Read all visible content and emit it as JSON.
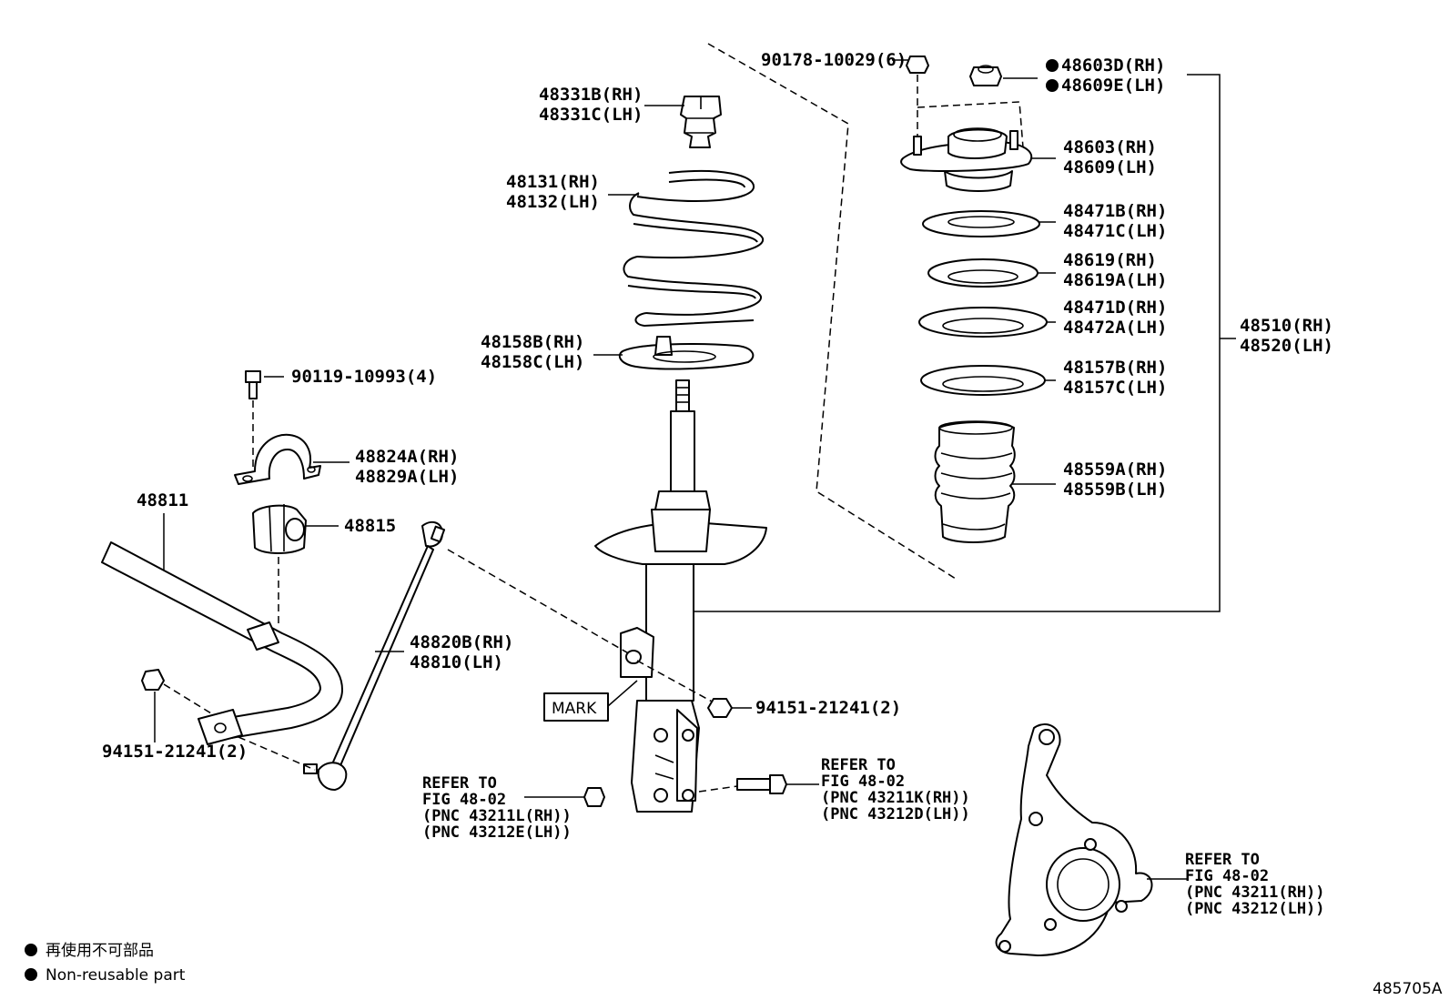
{
  "labels": {
    "p48331": [
      "48331B(RH)",
      "48331C(LH)"
    ],
    "p48131": [
      "48131(RH)",
      "48132(LH)"
    ],
    "p48158": [
      "48158B(RH)",
      "48158C(LH)"
    ],
    "p90178": "90178-10029(6)",
    "p48603d": [
      "48603D(RH)",
      "48609E(LH)"
    ],
    "p48603": [
      "48603(RH)",
      "48609(LH)"
    ],
    "p48471b": [
      "48471B(RH)",
      "48471C(LH)"
    ],
    "p48619": [
      "48619(RH)",
      "48619A(LH)"
    ],
    "p48471d": [
      "48471D(RH)",
      "48472A(LH)"
    ],
    "p48157": [
      "48157B(RH)",
      "48157C(LH)"
    ],
    "p48559": [
      "48559A(RH)",
      "48559B(LH)"
    ],
    "p48510": [
      "48510(RH)",
      "48520(LH)"
    ],
    "p90119": "90119-10993(4)",
    "p48824": [
      "48824A(RH)",
      "48829A(LH)"
    ],
    "p48811": "48811",
    "p48815": "48815",
    "p48820": [
      "48820B(RH)",
      "48810(LH)"
    ],
    "p94151_right": "94151-21241(2)",
    "p94151_left": "94151-21241(2)",
    "mark": "MARK"
  },
  "refs": {
    "bolt_left": [
      "REFER TO",
      "FIG 48-02",
      "(PNC 43211L(RH))",
      "(PNC 43212E(LH))"
    ],
    "bolt_right": [
      "REFER TO",
      "FIG 48-02",
      "(PNC 43211K(RH))",
      "(PNC 43212D(LH))"
    ],
    "knuckle": [
      "REFER TO",
      "FIG 48-02",
      "(PNC 43211(RH))",
      "(PNC 43212(LH))"
    ]
  },
  "legend": {
    "jp": "再使用不可部品",
    "en": "Non-reusable part"
  },
  "figure_id": "485705A"
}
